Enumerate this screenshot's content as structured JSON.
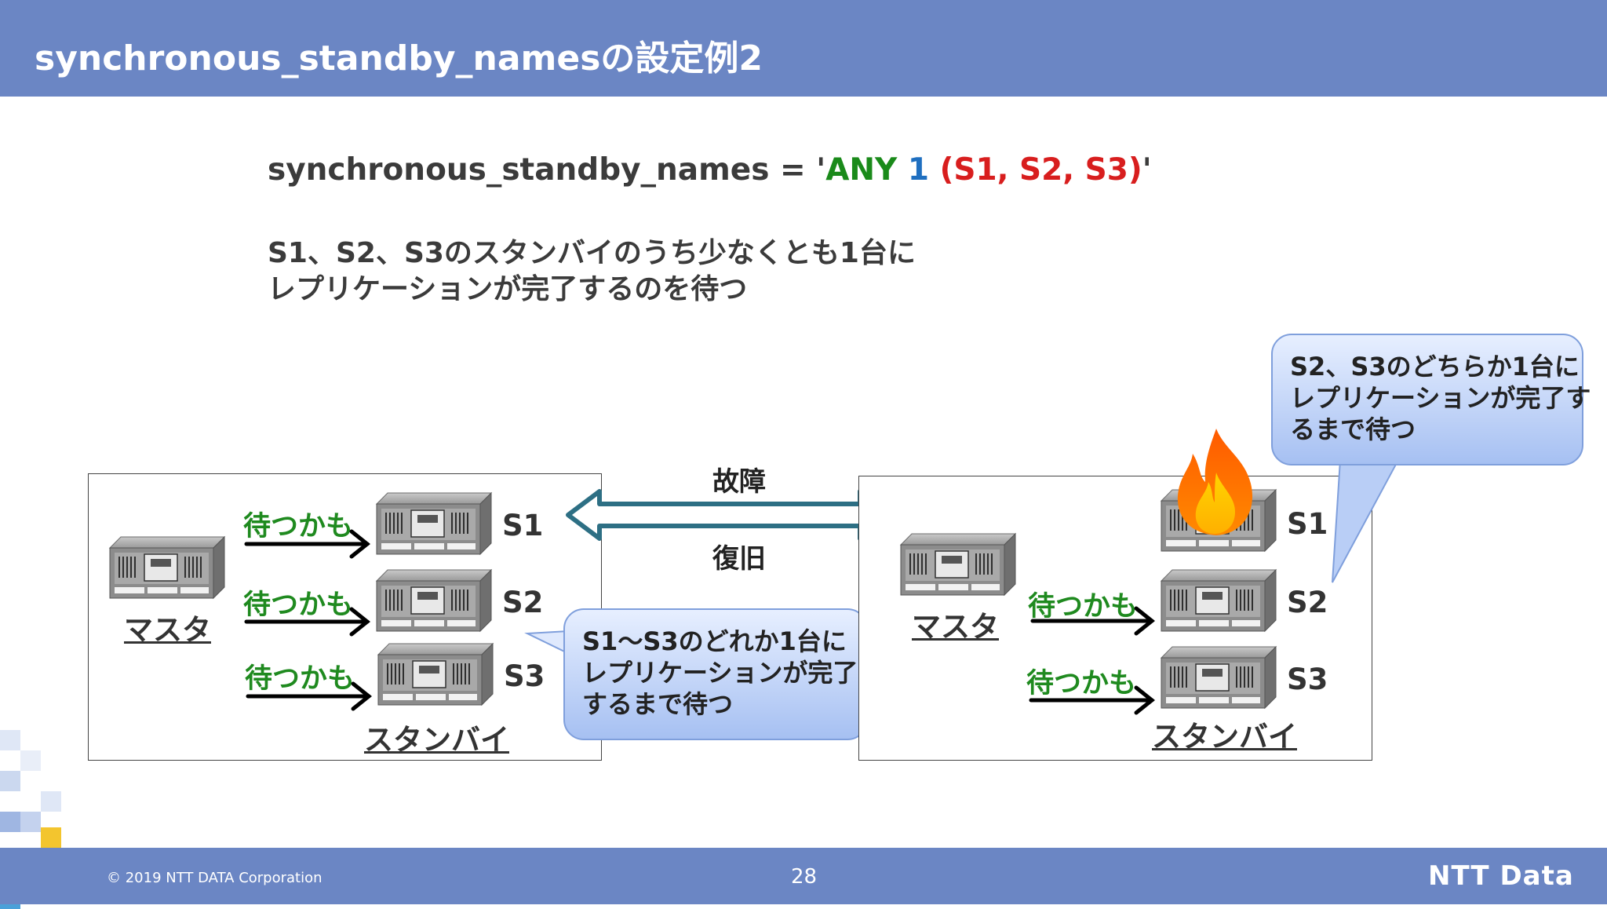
{
  "header": {
    "title": "synchronous_standby_namesの設定例2"
  },
  "formula": {
    "prefix": "synchronous_standby_names = '",
    "any": "ANY",
    "num": "1",
    "set": "(S1, S2, S3)",
    "suffix": "'"
  },
  "description": {
    "line1": "S1、S2、S3のスタンバイのうち少なくとも1台に",
    "line2": "レプリケーションが完了するのを待つ"
  },
  "left_diagram": {
    "master_label": "マスタ",
    "standby_label": "スタンバイ",
    "servers": [
      "S1",
      "S2",
      "S3"
    ],
    "wait_label": "待つかも"
  },
  "middle": {
    "failure": "故障",
    "recovery": "復旧"
  },
  "callout_left": {
    "line1": "S1～S3のどれか1台に",
    "line2": "レプリケーションが完了",
    "line3": "するまで待つ"
  },
  "right_diagram": {
    "master_label": "マスタ",
    "standby_label": "スタンバイ",
    "servers": [
      "S1",
      "S2",
      "S3"
    ],
    "wait_label": "待つかも"
  },
  "callout_right": {
    "line1": "S2、S3のどちらか1台に",
    "line2": "レプリケーションが完了す",
    "line3": "るまで待つ"
  },
  "footer": {
    "copyright": "© 2019 NTT DATA Corporation",
    "page": "28",
    "logo": "NTT Data"
  },
  "colors": {
    "header": "#6b86c4",
    "accent_green": "#1a8a1a",
    "accent_blue": "#1f6fc0",
    "accent_red": "#d81e1e"
  }
}
